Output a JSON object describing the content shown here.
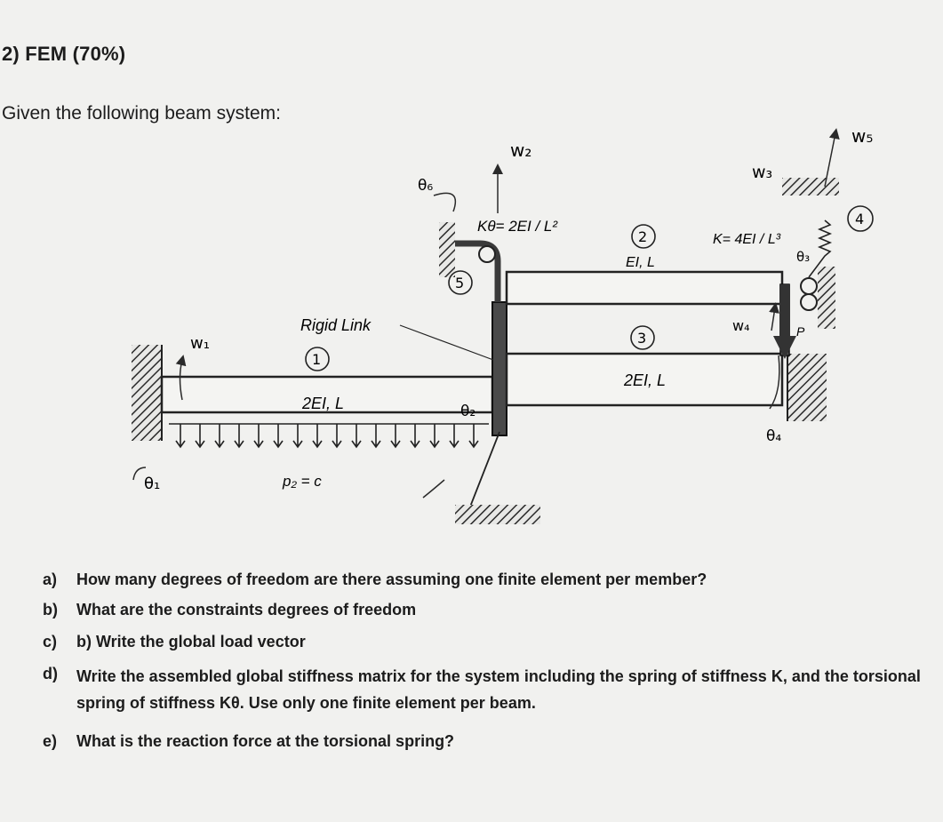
{
  "problem": {
    "heading": "2)   FEM (70%)",
    "intro": "Given the following beam system:"
  },
  "figure": {
    "rigid_link_label": "Rigid Link",
    "member1_number": "1",
    "member1_prop": "2EI, L",
    "load_label": "p₂ = c",
    "member2_number": "2",
    "member2_prop": "EI, L",
    "member3_number": "3",
    "member3_prop": "2EI, L",
    "member4_number": "4",
    "member5_number": "5",
    "torsional_spring_label": "Kθ= 2EI / L²",
    "spring_label": "K= 4EI / L³",
    "point_load_label": "P",
    "hand_w1": "w₁",
    "hand_w2": "w₂",
    "hand_w3": "w₃",
    "hand_w4": "w₄",
    "hand_w5": "w₅",
    "hand_theta1": "θ₁",
    "hand_theta2": "θ₂",
    "hand_theta3": "θ₃",
    "hand_theta4": "θ₄",
    "hand_theta6": "θ₆"
  },
  "questions": [
    {
      "letter": "a)",
      "text": "How many degrees of freedom are there assuming one finite element per member?"
    },
    {
      "letter": "b)",
      "text": "What are the constraints degrees of freedom"
    },
    {
      "letter": "c)",
      "text": "b) Write the global load vector"
    },
    {
      "letter": "d)",
      "text": "Write the assembled global stiffness matrix for the system including the spring of stiffness K, and the torsional spring of stiffness Kθ. Use only one finite element per beam."
    },
    {
      "letter": "e)",
      "text": "What is the reaction force at the torsional spring?"
    }
  ]
}
